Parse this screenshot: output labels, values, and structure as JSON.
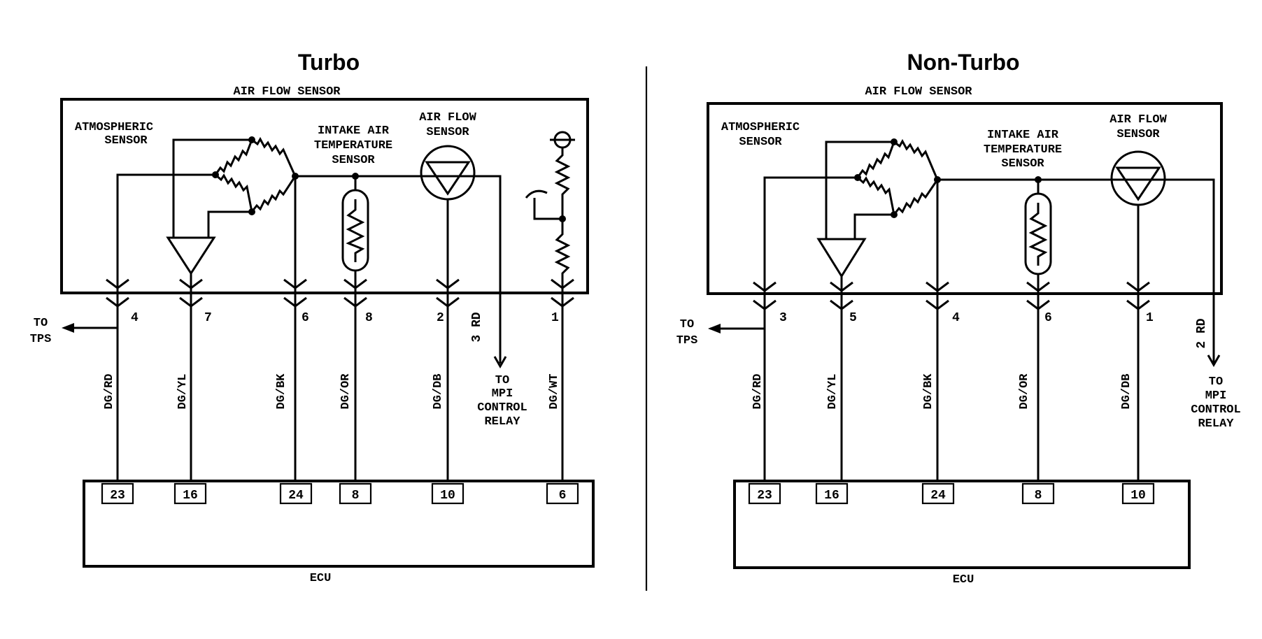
{
  "turbo": {
    "title": "Turbo",
    "sensor_box_label": "AIR FLOW SENSOR",
    "atm_sensor": [
      "ATMOSPHERIC",
      "SENSOR"
    ],
    "iat_sensor": [
      "INTAKE AIR",
      "TEMPERATURE",
      "SENSOR"
    ],
    "af_sensor": [
      "AIR FLOW",
      "SENSOR"
    ],
    "to_tps": [
      "TO",
      "TPS"
    ],
    "connector_pins": [
      "4",
      "7",
      "6",
      "8",
      "2",
      "3 RD",
      "1"
    ],
    "wire_colors": [
      "DG/RD",
      "DG/YL",
      "DG/BK",
      "DG/OR",
      "DG/DB",
      "DG/WT"
    ],
    "to_mpi": [
      "TO",
      "MPI",
      "CONTROL",
      "RELAY"
    ],
    "ecu_pins": [
      "23",
      "16",
      "24",
      "8",
      "10",
      "6"
    ],
    "ecu_label": "ECU"
  },
  "nonturbo": {
    "title": "Non-Turbo",
    "sensor_box_label": "AIR FLOW SENSOR",
    "atm_sensor": [
      "ATMOSPHERIC",
      "SENSOR"
    ],
    "iat_sensor": [
      "INTAKE AIR",
      "TEMPERATURE",
      "SENSOR"
    ],
    "af_sensor": [
      "AIR FLOW",
      "SENSOR"
    ],
    "to_tps": [
      "TO",
      "TPS"
    ],
    "connector_pins": [
      "3",
      "5",
      "4",
      "6",
      "1",
      "2 RD"
    ],
    "wire_colors": [
      "DG/RD",
      "DG/YL",
      "DG/BK",
      "DG/OR",
      "DG/DB"
    ],
    "to_mpi": [
      "TO",
      "MPI",
      "CONTROL",
      "RELAY"
    ],
    "ecu_pins": [
      "23",
      "16",
      "24",
      "8",
      "10"
    ],
    "ecu_label": "ECU"
  }
}
